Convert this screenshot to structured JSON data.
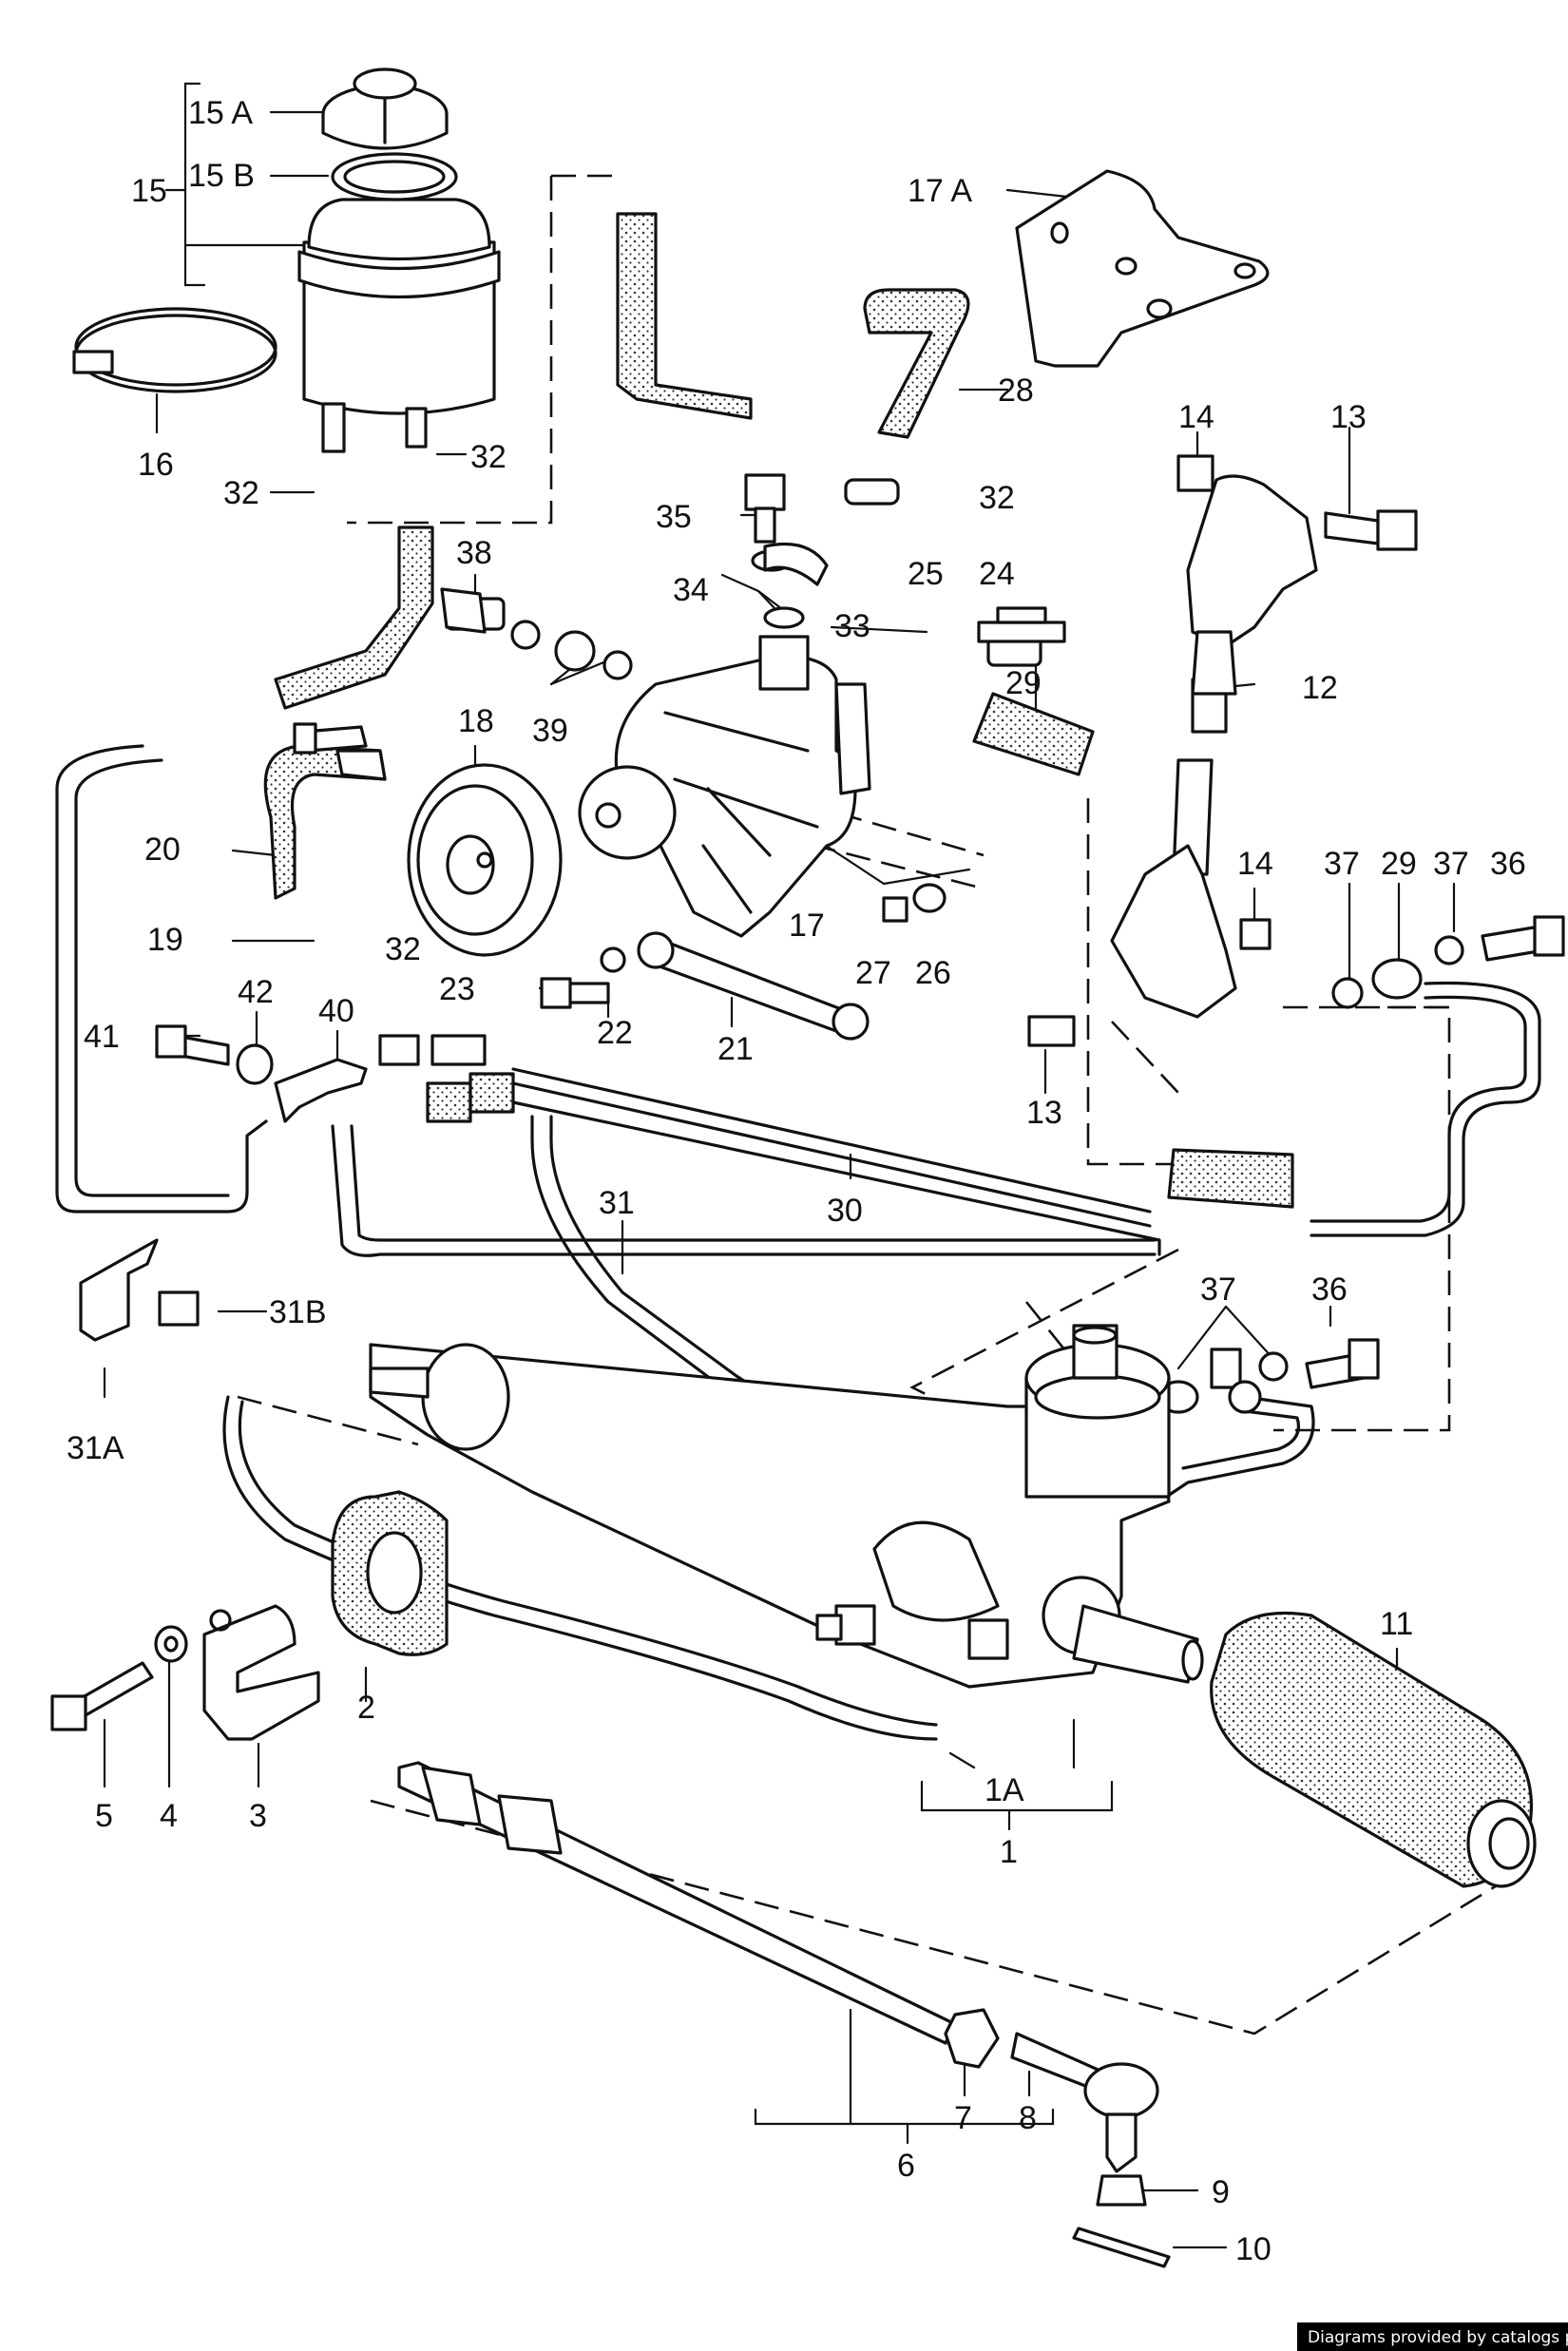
{
  "labels": {
    "p15A": "15 A",
    "p15B": "15 B",
    "p15": "15",
    "p16": "16",
    "p32a": "32",
    "p32b": "32",
    "p32c": "32",
    "p32d": "32",
    "p17A": "17 A",
    "p28": "28",
    "p14a": "14",
    "p13a": "13",
    "p35": "35",
    "p34": "34",
    "p33": "33",
    "p38": "38",
    "p39": "39",
    "p25": "25",
    "p24": "24",
    "p29a": "29",
    "p12": "12",
    "p18": "18",
    "p20": "20",
    "p19": "19",
    "p17": "17",
    "p27": "27",
    "p26": "26",
    "p14b": "14",
    "p37a": "37",
    "p29b": "29",
    "p37b": "37",
    "p36a": "36",
    "p23": "23",
    "p22": "22",
    "p21": "21",
    "p42": "42",
    "p41": "41",
    "p40": "40",
    "p13b": "13",
    "p31": "31",
    "p30": "30",
    "p31B": "31B",
    "p31A": "31A",
    "p37c": "37",
    "p36b": "36",
    "p11": "11",
    "p2": "2",
    "p5": "5",
    "p4": "4",
    "p3": "3",
    "p1A": "1A",
    "p1": "1",
    "p7": "7",
    "p8": "8",
    "p6": "6",
    "p9": "9",
    "p10": "10"
  },
  "footer": {
    "credit": "Diagrams provided by catalogs parts"
  }
}
